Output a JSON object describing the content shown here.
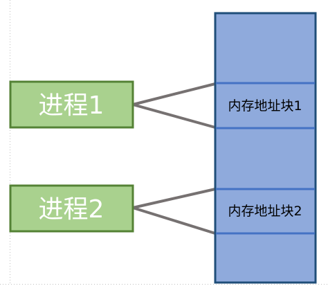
{
  "processes": [
    {
      "label": "进程1"
    },
    {
      "label": "进程2"
    }
  ],
  "memory_blocks": [
    {
      "label": "内存地址块1"
    },
    {
      "label": "内存地址块2"
    }
  ],
  "colors": {
    "process_fill": "#a9d18e",
    "process_border": "#548235",
    "process_text": "#ffffff",
    "memory_fill": "#8faadc",
    "memory_border": "#1f4e79",
    "memory_divider": "#4472c4",
    "connector": "#767171"
  }
}
